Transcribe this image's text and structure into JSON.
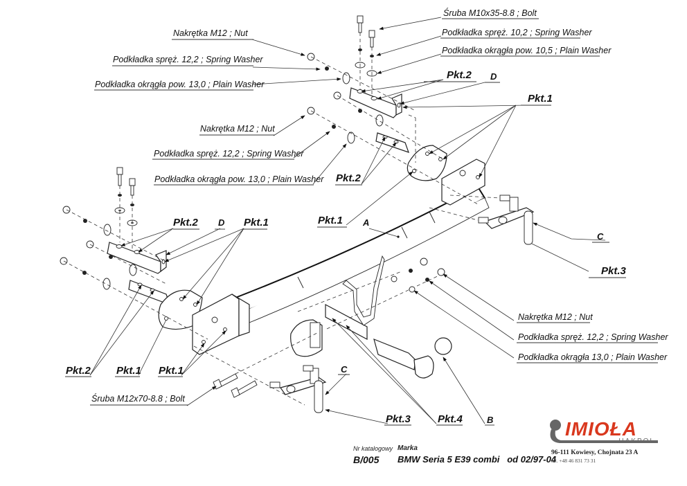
{
  "diagram": {
    "title": "Tow bar exploded assembly diagram",
    "labels_parts": {
      "nut_top_left": "Nakrętka  M12 ; Nut",
      "spring_washer_top_left": "Podkładka spręż. 12,2 ; Spring Washer",
      "plain_washer_top_left": "Podkładka okrągła pow. 13,0 ; Plain Washer",
      "bolt_top_right": "Śruba M10x35-8.8   ;  Bolt",
      "spring_washer_top_right": "Podkładka spręż. 10,2 ; Spring Washer",
      "plain_washer_top_right": "Podkładka okrągła pow. 10,5 ; Plain Washer",
      "nut_mid": "Nakrętka  M12 ; Nut",
      "spring_washer_mid": "Podkładka spręż. 12,2 ; Spring Washer",
      "plain_washer_mid": "Podkładka okrągła pow. 13,0 ; Plain Washer",
      "nut_right": "Nakrętka  M12 ; Nut",
      "spring_washer_right": "Podkładka spręż. 12,2 ; Spring Washer",
      "plain_washer_right": "Podkładka okrągła 13,0 ; Plain Washer",
      "bolt_bottom": "Śruba M12x70-8.8   ;  Bolt"
    },
    "callouts": {
      "pkt1": "Pkt.1",
      "pkt2": "Pkt.2",
      "pkt3": "Pkt.3",
      "pkt4": "Pkt.4",
      "A": "A",
      "B": "B",
      "C": "C",
      "D": "D"
    }
  },
  "footer": {
    "catalog_label": "Nr katalogowy",
    "catalog_number": "B/005",
    "brand_label": "Marka",
    "vehicle": "BMW Seria 5 E39 combi   od 02/97-04"
  },
  "logo": {
    "name": "IMIOŁA",
    "sub": "HAKPOL",
    "address": "96-111 Kowiesy, Chojnata 23 A",
    "phone": "tel. +48 46 831 73 31",
    "accent_color": "#d9381e",
    "hook_color": "#666666"
  }
}
